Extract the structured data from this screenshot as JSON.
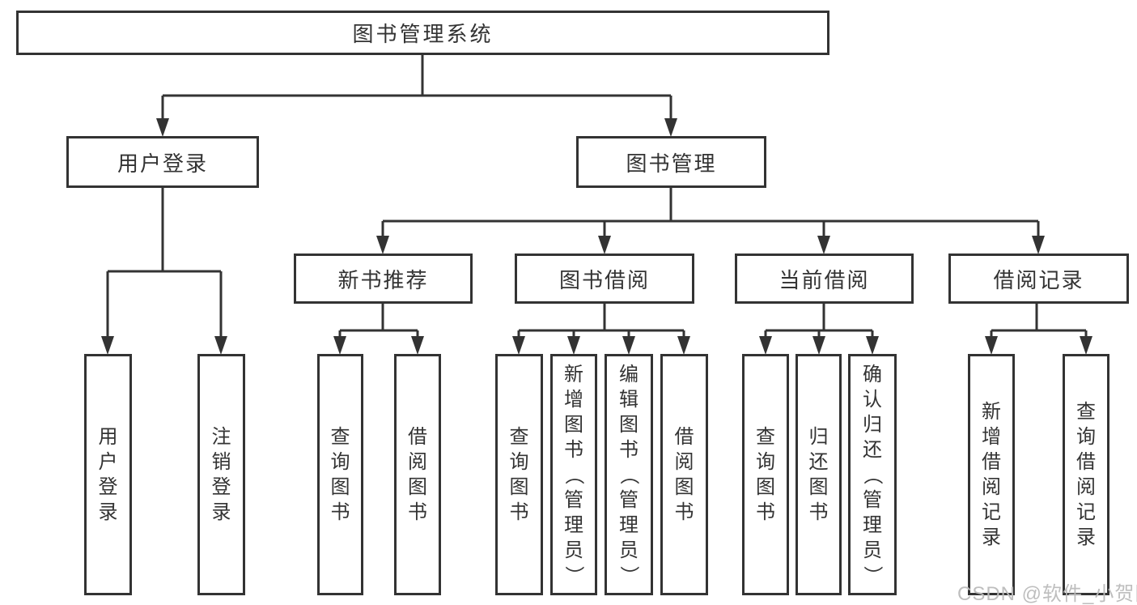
{
  "tree": {
    "root": {
      "label": "图书管理系统"
    },
    "level2": [
      {
        "label": "用户登录",
        "children": [
          {
            "label": "用户登录"
          },
          {
            "label": "注销登录"
          }
        ]
      },
      {
        "label": "图书管理",
        "children": [
          {
            "label": "新书推荐",
            "children": [
              {
                "label": "查询图书"
              },
              {
                "label": "借阅图书"
              }
            ]
          },
          {
            "label": "图书借阅",
            "children": [
              {
                "label": "查询图书"
              },
              {
                "label": "新增图书（管理员）"
              },
              {
                "label": "编辑图书（管理员）"
              },
              {
                "label": "借阅图书"
              }
            ]
          },
          {
            "label": "当前借阅",
            "children": [
              {
                "label": "查询图书"
              },
              {
                "label": "归还图书"
              },
              {
                "label": "确认归还（管理员）"
              }
            ]
          },
          {
            "label": "借阅记录",
            "children": [
              {
                "label": "新增借阅记录"
              },
              {
                "label": "查询借阅记录"
              }
            ]
          }
        ]
      }
    ]
  },
  "watermark": {
    "text": "CSDN @软件_小贺同学"
  },
  "colors": {
    "line": "#333333",
    "text": "#333333",
    "watermark": "#bbbbbb",
    "background": "#ffffff"
  }
}
